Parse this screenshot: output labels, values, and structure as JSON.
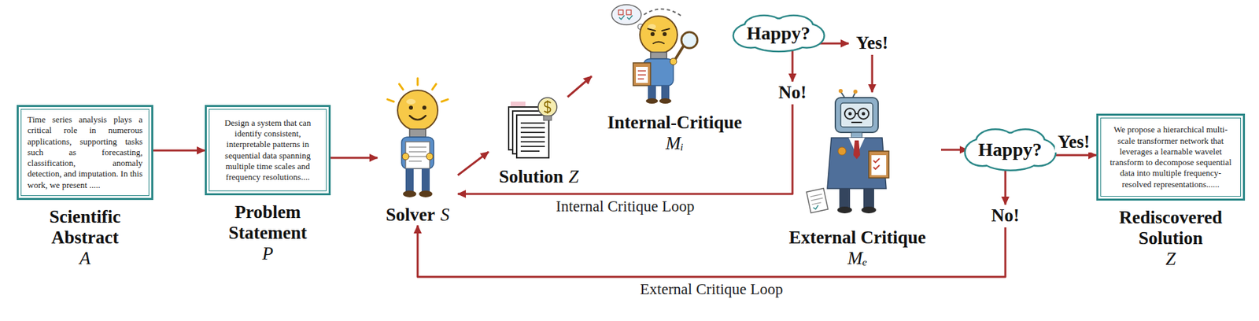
{
  "diagram": {
    "nodes": [
      {
        "text": [
          "Time series analysis plays a critical role in numerous applications, supporting tasks such as forecasting, classification, anomaly detection, and imputation. In this work, we present .....",
          "Scientific Abstract",
          "A"
        ]
      },
      {
        "text": [
          "Design a system that can identify consistent, interpretable patterns in sequential data spanning multiple time scales and frequency resolutions....",
          "Problem Statement",
          "P"
        ]
      },
      {
        "text": [
          "Solver",
          "S"
        ]
      },
      {
        "text": [
          "Solution",
          "Z"
        ]
      },
      {
        "text": [
          "Internal-Critique",
          "Mᵢ"
        ]
      },
      {
        "text": [
          "Happy?"
        ]
      },
      {
        "text": [
          "Yes!"
        ]
      },
      {
        "text": [
          "No!"
        ]
      },
      {
        "text": [
          "External Critique",
          "Mₑ"
        ]
      },
      {
        "text": [
          "Happy?"
        ]
      },
      {
        "text": [
          "No!"
        ]
      },
      {
        "text": [
          "We propose a hierarchical multi-scale transformer network that leverages a learnable wavelet transform to decompose sequential data into multiple frequency-resolved representations......",
          "Rediscovered Solution",
          "Z"
        ]
      }
    ],
    "edges": [
      {
        "from": 0,
        "to": 1,
        "arrow": "to"
      },
      {
        "from": 1,
        "to": 2,
        "arrow": "to"
      },
      {
        "from": 2,
        "to": 3,
        "arrow": "to"
      },
      {
        "from": 3,
        "to": 4,
        "arrow": "to"
      },
      {
        "from": 5,
        "to": 6,
        "arrow": "to"
      },
      {
        "from": 6,
        "to": 8,
        "arrow": "to"
      },
      {
        "from": 5,
        "to": 7,
        "arrow": "to"
      },
      {
        "from": 7,
        "to": 2,
        "label": "Internal Critique Loop",
        "arrow": "to"
      },
      {
        "from": 8,
        "to": 9,
        "arrow": "to"
      },
      {
        "from": 9,
        "to": 11,
        "label": "Yes!",
        "arrow": "to"
      },
      {
        "from": 9,
        "to": 10,
        "arrow": "to"
      },
      {
        "from": 10,
        "to": 2,
        "label": "External Critique Loop",
        "arrow": "to"
      }
    ]
  }
}
